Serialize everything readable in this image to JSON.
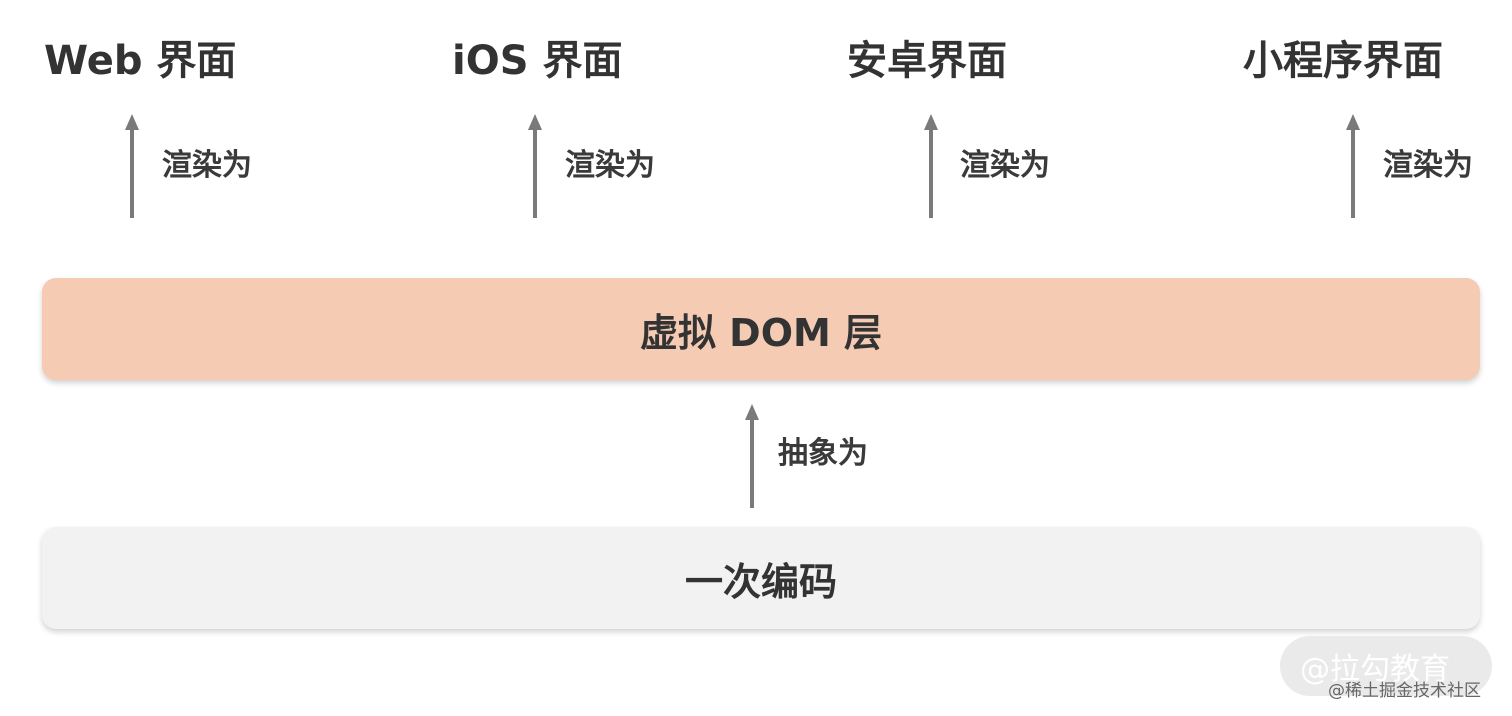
{
  "targets": [
    {
      "label": "Web 界面",
      "edge": "渲染为"
    },
    {
      "label": "iOS 界面",
      "edge": "渲染为"
    },
    {
      "label": "安卓界面",
      "edge": "渲染为"
    },
    {
      "label": "小程序界面",
      "edge": "渲染为"
    }
  ],
  "vdom_layer": {
    "label": "虚拟 DOM 层",
    "color": "#f6cbb4"
  },
  "abstract_edge": {
    "label": "抽象为"
  },
  "code_layer": {
    "label": "一次编码",
    "color": "#f2f2f2"
  },
  "arrow_color": "#7a7a7a",
  "watermark": {
    "main": "@拉勾教育",
    "sub": "@稀土掘金技术社区"
  }
}
